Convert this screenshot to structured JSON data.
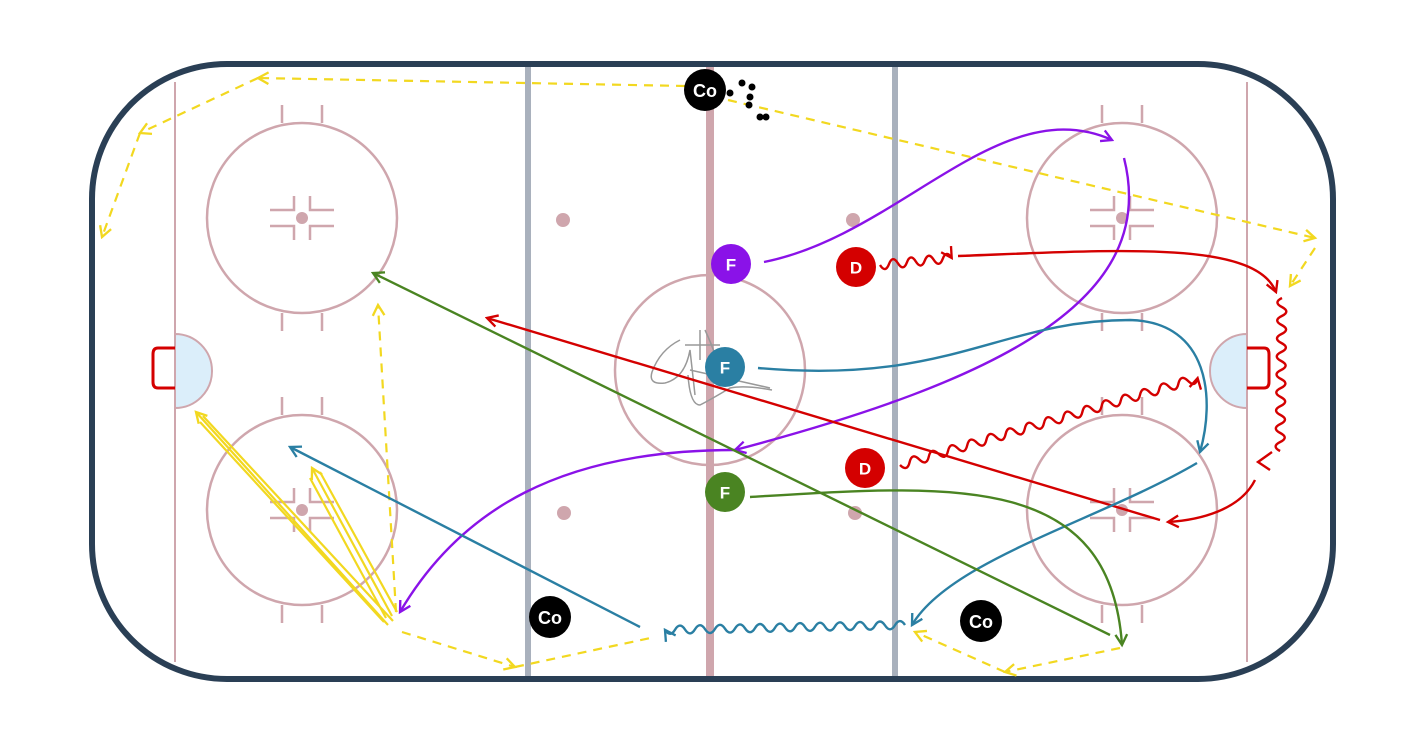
{
  "colors": {
    "boards": "#2a3f55",
    "rink_lines": "#cfa6ad",
    "blue_lines": "#a9b1bd",
    "crease": "#dbeefa",
    "goal": "#d40000",
    "purple": "#8a12e8",
    "red": "#d40000",
    "teal": "#2a7fa3",
    "green": "#4a8422",
    "yellow": "#f2d820",
    "coach": "#000000"
  },
  "players": [
    {
      "id": "coach-top",
      "label": "Co",
      "role": "coach"
    },
    {
      "id": "forward-purple",
      "label": "F",
      "role": "forward"
    },
    {
      "id": "defense-top",
      "label": "D",
      "role": "defense"
    },
    {
      "id": "forward-teal",
      "label": "F",
      "role": "forward"
    },
    {
      "id": "defense-bottom",
      "label": "D",
      "role": "defense"
    },
    {
      "id": "forward-green",
      "label": "F",
      "role": "forward"
    },
    {
      "id": "coach-bottom-left",
      "label": "Co",
      "role": "coach"
    },
    {
      "id": "coach-bottom-right",
      "label": "Co",
      "role": "coach"
    }
  ]
}
